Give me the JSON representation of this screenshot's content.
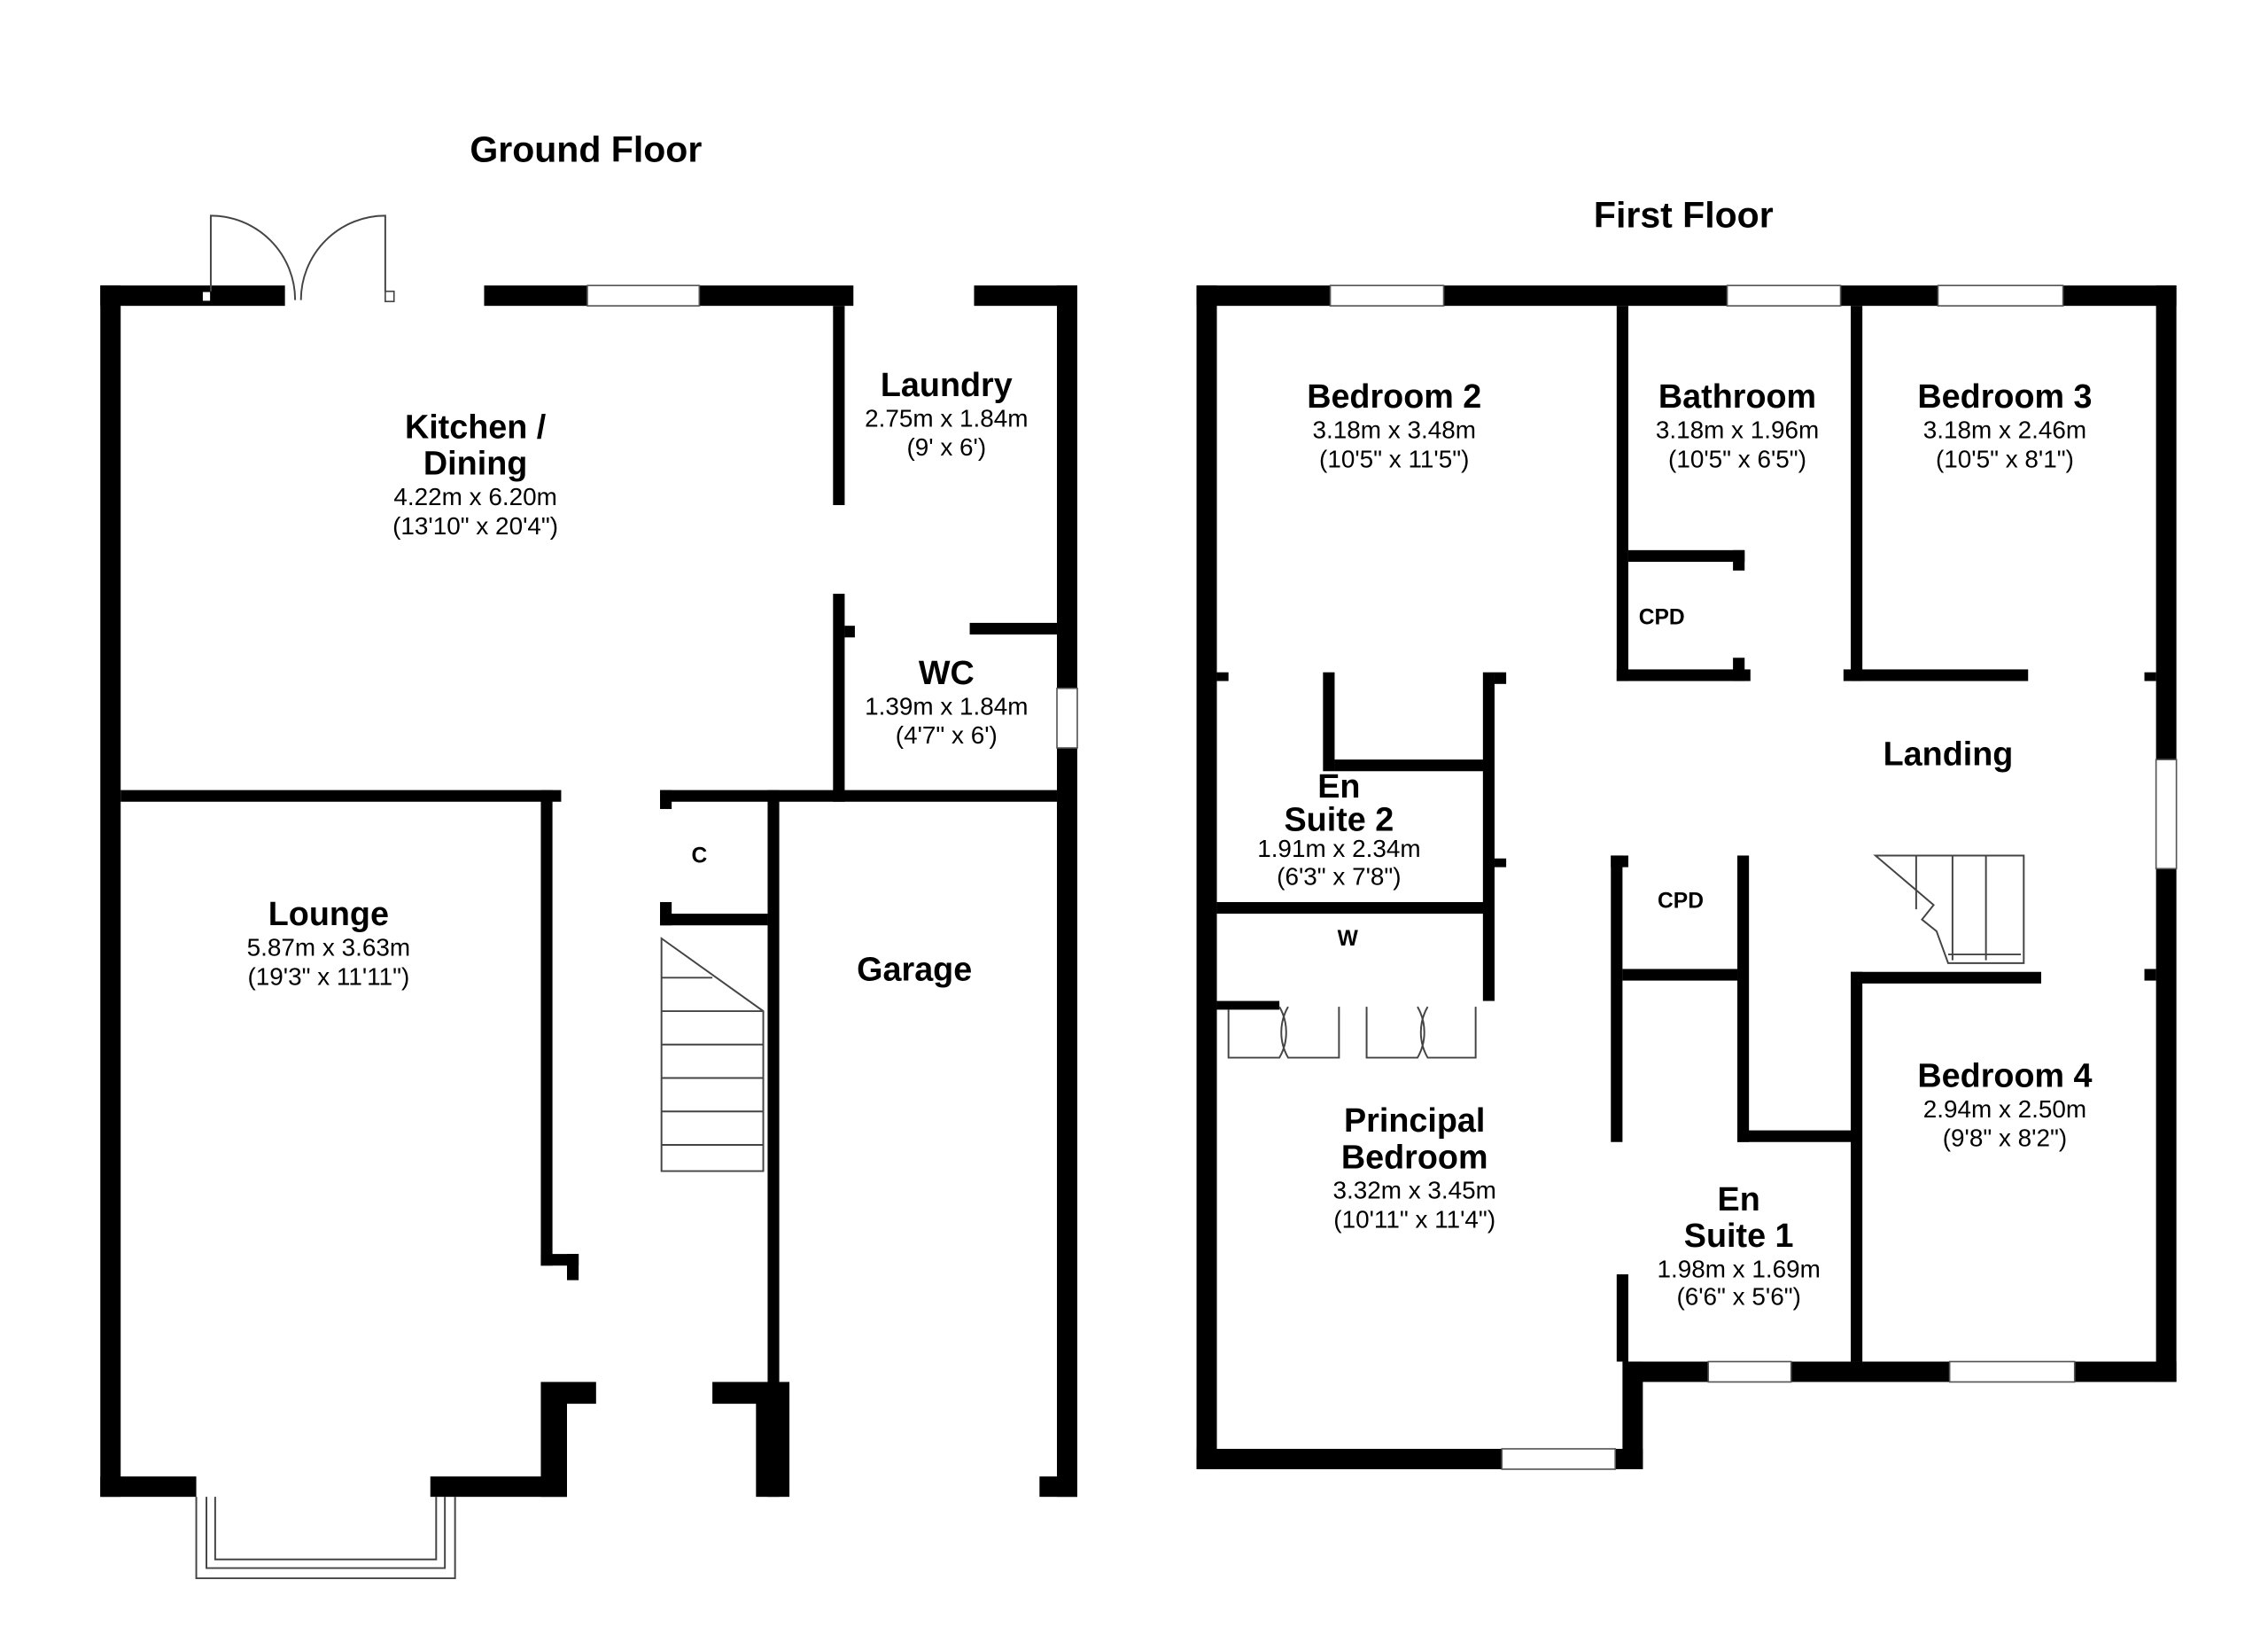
{
  "ground_floor": {
    "title": "Ground Floor",
    "rooms": {
      "kitchen": {
        "name1": "Kitchen /",
        "name2": "Dining",
        "metric": "4.22m x 6.20m",
        "imperial": "(13'10\" x 20'4\")"
      },
      "laundry": {
        "name": "Laundry",
        "metric": "2.75m x 1.84m",
        "imperial": "(9' x 6')"
      },
      "wc": {
        "name": "WC",
        "metric": "1.39m x 1.84m",
        "imperial": "(4'7\" x 6')"
      },
      "lounge": {
        "name": "Lounge",
        "metric": "5.87m x 3.63m",
        "imperial": "(19'3\" x 11'11\")"
      },
      "cupboard": {
        "name": "C"
      },
      "garage": {
        "name": "Garage"
      }
    }
  },
  "first_floor": {
    "title": "First Floor",
    "rooms": {
      "bedroom2": {
        "name": "Bedroom 2",
        "metric": "3.18m x 3.48m",
        "imperial": "(10'5\" x 11'5\")"
      },
      "bathroom": {
        "name": "Bathroom",
        "metric": "3.18m x 1.96m",
        "imperial": "(10'5\" x 6'5\")"
      },
      "bedroom3": {
        "name": "Bedroom 3",
        "metric": "3.18m x 2.46m",
        "imperial": "(10'5\" x 8'1\")"
      },
      "cpd1": {
        "name": "CPD"
      },
      "cpd2": {
        "name": "CPD"
      },
      "landing": {
        "name": "Landing"
      },
      "ensuite2": {
        "name1": "En",
        "name2": "Suite 2",
        "metric": "1.91m x 2.34m",
        "imperial": "(6'3\" x 7'8\")"
      },
      "wardrobe": {
        "name": "W"
      },
      "principal": {
        "name1": "Principal",
        "name2": "Bedroom",
        "metric": "3.32m x 3.45m",
        "imperial": "(10'11\" x 11'4\")"
      },
      "ensuite1": {
        "name1": "En",
        "name2": "Suite 1",
        "metric": "1.98m x 1.69m",
        "imperial": "(6'6\" x 5'6\")"
      },
      "bedroom4": {
        "name": "Bedroom 4",
        "metric": "2.94m x 2.50m",
        "imperial": "(9'8\" x 8'2\")"
      }
    }
  }
}
